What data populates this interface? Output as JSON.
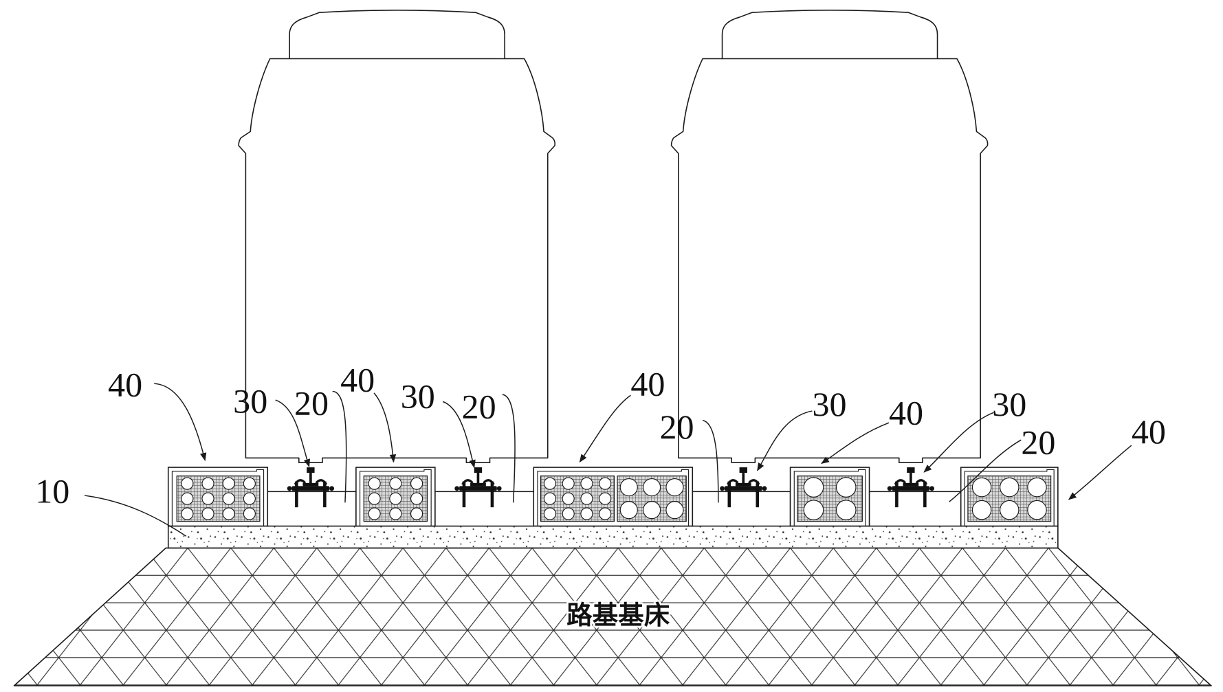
{
  "callouts": [
    "40",
    "30",
    "20",
    "40",
    "30",
    "20",
    "40",
    "20",
    "30",
    "40",
    "30",
    "20",
    "40",
    "10"
  ],
  "subgrade_label": "路基基床"
}
